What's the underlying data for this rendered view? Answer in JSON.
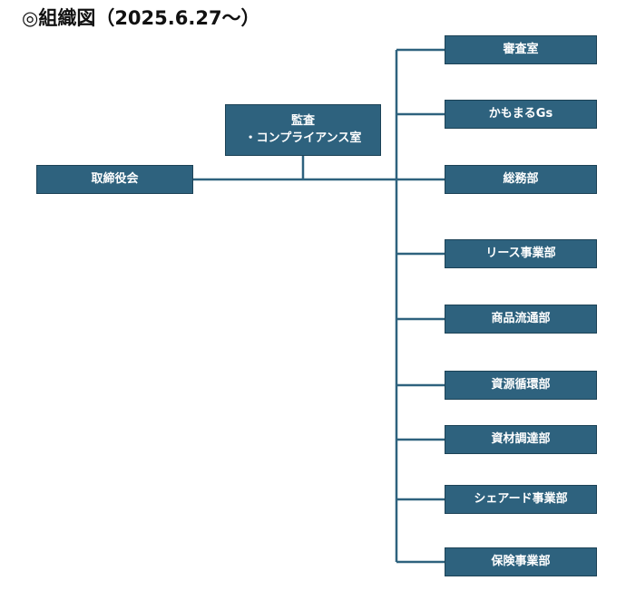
{
  "title": "◎組織図（2025.6.27～）",
  "board": {
    "label": "取締役会"
  },
  "audit": {
    "line1": "監査",
    "line2": "・コンプライアンス室"
  },
  "departments": [
    "審査室",
    "かもまるGs",
    "総務部",
    "リース事業部",
    "商品流通部",
    "資源循環部",
    "資材調達部",
    "シェアード事業部",
    "保険事業部"
  ],
  "colors": {
    "box_fill": "#2e627e",
    "box_border": "#1c4256",
    "connector": "#2e627e",
    "box_text": "#ffffff"
  }
}
